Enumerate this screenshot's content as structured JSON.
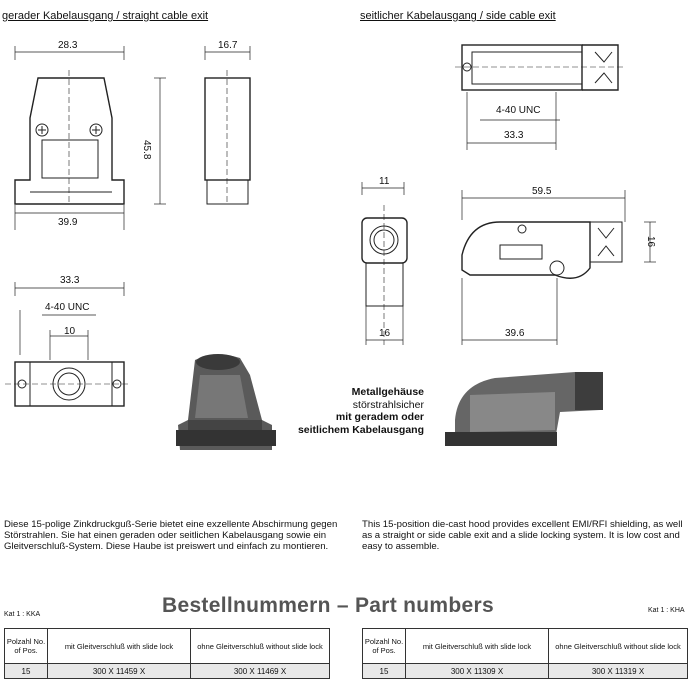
{
  "headers": {
    "straight": "gerader Kabelausgang / straight cable exit",
    "side": "seitlicher Kabelausgang / side cable exit"
  },
  "dims": {
    "d1": "28.3",
    "d2": "16.7",
    "d3": "45.8",
    "d4": "39.9",
    "d5": "33.3",
    "d6": "4-40 UNC",
    "d7": "10",
    "d8": "4-40 UNC",
    "d9": "33.3",
    "d10": "11",
    "d11": "16",
    "d12": "59.5",
    "d13": "16",
    "d14": "39.6"
  },
  "photo_caption": [
    "Metallgehäuse",
    "störstrahlsicher",
    "mit geradem oder",
    "seitlichem Kabelausgang"
  ],
  "text_de": "Diese 15-polige Zinkdruckguß-Serie bietet eine exzellente Abschirmung gegen Störstrahlen. Sie hat einen geraden oder seitlichen Kabelausgang sowie ein Gleitverschluß-System. Diese Haube ist preiswert und einfach zu montieren.",
  "text_en": "This 15-position die-cast hood provides excellent EMI/RFI shielding, as well as a straight or side cable exit and a slide locking system. It is low cost and easy to assemble.",
  "kat_left": "Kat 1 : KKA",
  "kat_right": "Kat 1 : KHA",
  "title": "Bestellnummern – Part numbers",
  "table_left": {
    "h_pos": "Polzahl No. of Pos.",
    "h_lock": "mit Gleitverschluß with slide lock",
    "h_nolock": "ohne Gleitverschluß without slide lock",
    "pos": "15",
    "lock": "300 X 11459 X",
    "nolock": "300 X 11469 X"
  },
  "table_right": {
    "h_pos": "Polzahl No. of Pos.",
    "h_lock": "mit Gleitverschluß with slide lock",
    "h_nolock": "ohne Gleitverschluß without slide lock",
    "pos": "15",
    "lock": "300 X 11309 X",
    "nolock": "300 X 11319 X"
  }
}
